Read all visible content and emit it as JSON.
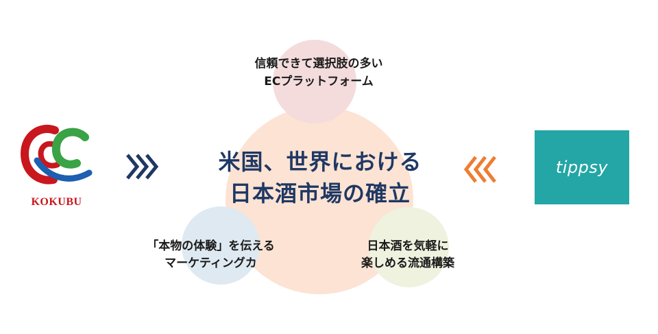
{
  "center": {
    "line1": "米国、世界における",
    "line2": "日本酒市場の確立"
  },
  "nodes": {
    "top": {
      "line1": "信頼できて選択肢の多い",
      "line2": "ECプラットフォーム"
    },
    "left": {
      "line1": "「本物の体験」を伝える",
      "line2": "マーケティングカ"
    },
    "right": {
      "line1": "日本酒を気軽に",
      "line2": "楽しめる流通構築"
    }
  },
  "partners": {
    "left": {
      "name": "KOKUBU",
      "logo_icon": "kokubu-logo-icon"
    },
    "right": {
      "name": "tippsy",
      "logo_icon": "tippsy-logo-icon"
    }
  },
  "colors": {
    "center_title": "#1f3864",
    "main_circle": "#fce3d3",
    "top_circle": "#f4dcdc",
    "left_circle": "#dfe9f1",
    "right_circle": "#eef2df",
    "kokubu_red": "#c8171d",
    "kokubu_green": "#3aa345",
    "kokubu_blue": "#1d5fb0",
    "tippsy_teal": "#23a6a5",
    "arrow_navy": "#1f3864",
    "arrow_orange": "#ee7d31"
  },
  "icons": {
    "left_arrows": "triple-chevron-right-icon",
    "right_arrows": "triple-chevron-left-icon"
  }
}
